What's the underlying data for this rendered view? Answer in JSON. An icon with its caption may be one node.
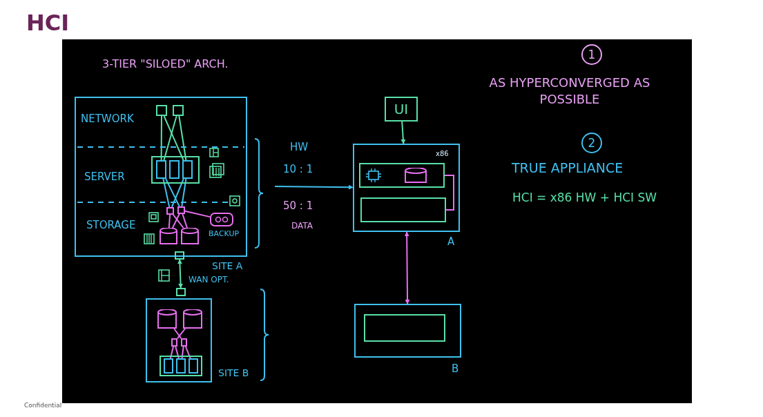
{
  "diagram": {
    "title": "HCI",
    "nodes": [
      {
        "text": [
          "NETWORK",
          "SERVER",
          "STORAGE"
        ],
        "beside": [
          "SITE A"
        ]
      },
      {
        "text": [],
        "shape": "box",
        "in": 0
      },
      {
        "text": [],
        "shape": "box",
        "in": 0
      },
      {
        "text": [],
        "shape": "box",
        "in": 0
      },
      {
        "text": [],
        "shape": "box",
        "in": 3
      },
      {
        "text": [],
        "shape": "box",
        "in": 3
      },
      {
        "text": [],
        "shape": "box",
        "in": 3
      },
      {
        "text": [],
        "shape": "box",
        "in": 0
      },
      {
        "text": [],
        "shape": "box",
        "in": 0
      },
      {
        "text": [],
        "shape": "cylinder",
        "in": 0
      },
      {
        "text": [],
        "shape": "cylinder",
        "in": 0
      },
      {
        "text": [],
        "shape": "box",
        "in": 0,
        "beside": [
          "BACKUP"
        ]
      },
      {
        "text": [],
        "shape": "box"
      },
      {
        "text": [],
        "shape": "box"
      },
      {
        "text": [],
        "shape": "box",
        "beside": [
          "SITE B"
        ]
      },
      {
        "text": [],
        "shape": "cylinder",
        "in": 14
      },
      {
        "text": [],
        "shape": "cylinder",
        "in": 14
      },
      {
        "text": [],
        "shape": "box",
        "in": 14
      },
      {
        "text": [],
        "shape": "box",
        "in": 14
      },
      {
        "text": [],
        "shape": "box",
        "in": 14
      },
      {
        "text": [],
        "shape": "box",
        "in": 19
      },
      {
        "text": [],
        "shape": "box",
        "in": 19
      },
      {
        "text": [],
        "shape": "box",
        "in": 19
      },
      {
        "text": [
          "UI"
        ]
      },
      {
        "text": [
          "x86"
        ],
        "beside": [
          "A"
        ]
      },
      {
        "text": [],
        "shape": "box",
        "in": 24
      },
      {
        "text": [],
        "shape": "cylinder",
        "in": 25
      },
      {
        "text": [],
        "shape": "box",
        "in": 24
      },
      {
        "text": [],
        "shape": "box",
        "beside": [
          "B"
        ]
      },
      {
        "text": [],
        "shape": "box",
        "in": 28
      },
      {
        "text": [
          "1"
        ]
      },
      {
        "text": [
          "2"
        ]
      }
    ],
    "edges": [
      {
        "from": 1,
        "to": 4,
        "arrow": "none",
        "color": "#59e0a8"
      },
      {
        "from": 1,
        "to": 6,
        "arrow": "none",
        "color": "#59e0a8"
      },
      {
        "from": 2,
        "to": 4,
        "arrow": "none",
        "color": "#59e0a8"
      },
      {
        "from": 2,
        "to": 6,
        "arrow": "none",
        "color": "#59e0a8"
      },
      {
        "from": 4,
        "to": 7,
        "arrow": "none",
        "color": "#3fc1f0"
      },
      {
        "from": 4,
        "to": 8,
        "arrow": "none",
        "color": "#3fc1f0"
      },
      {
        "from": 6,
        "to": 7,
        "arrow": "none",
        "color": "#3fc1f0"
      },
      {
        "from": 6,
        "to": 8,
        "arrow": "none",
        "color": "#3fc1f0"
      },
      {
        "from": 7,
        "to": 9,
        "arrow": "none"
      },
      {
        "from": 7,
        "to": 10,
        "arrow": "none"
      },
      {
        "from": 8,
        "to": 9,
        "arrow": "none"
      },
      {
        "from": 8,
        "to": 10,
        "arrow": "none"
      },
      {
        "from": 8,
        "to": 11,
        "arrow": "none"
      },
      {
        "from": 12,
        "to": 13,
        "arrow": "both",
        "color": "#59e0a8"
      },
      {
        "from": 15,
        "to": 18,
        "arrow": "none"
      },
      {
        "from": 16,
        "to": 17,
        "arrow": "none"
      },
      {
        "from": 17,
        "to": 20,
        "arrow": "none"
      },
      {
        "from": 17,
        "to": 21,
        "arrow": "none"
      },
      {
        "from": 18,
        "to": 21,
        "arrow": "none"
      },
      {
        "from": 18,
        "to": 22,
        "arrow": "none"
      },
      {
        "from": null,
        "to": 24,
        "arrow": "to",
        "color": "#3fc1f0"
      },
      {
        "from": 23,
        "to": 24,
        "arrow": "to",
        "color": "#59e0a8"
      },
      {
        "from": 25,
        "to": 27,
        "arrow": "none"
      },
      {
        "from": 24,
        "to": 28,
        "arrow": "both"
      }
    ],
    "labels": [
      "3-TIER \"SILOED\" ARCH.",
      "HW",
      "10 : 1",
      "50 : 1",
      "DATA",
      "WAN OPT.",
      "AS HYPERCONVERGED AS POSSIBLE",
      "TRUE APPLIANCE",
      "HCI = x86 HW + HCI SW",
      "Confidential"
    ]
  }
}
